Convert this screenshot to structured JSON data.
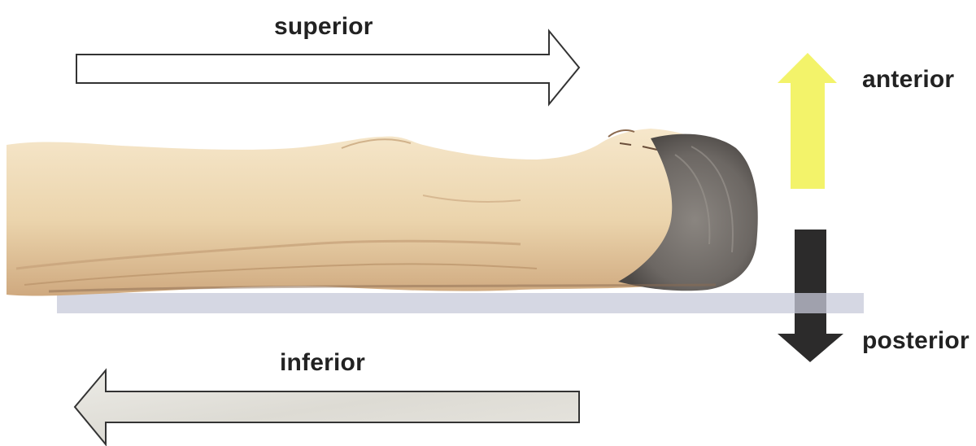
{
  "labels": {
    "superior": "superior",
    "inferior": "inferior",
    "anterior": "anterior",
    "posterior": "posterior"
  },
  "colors": {
    "superior_arrow_fill": "#ffffff",
    "inferior_arrow_fill": "#e4e2dc",
    "anterior_arrow_fill": "#f3f36a",
    "posterior_arrow_fill": "#2c2b2b",
    "arrow_outline": "#333333",
    "skin": "#ead4ad",
    "skin_shadow": "#c9a57d",
    "hair": "#6e6a66",
    "table": "#c7cad9"
  },
  "icons": {
    "figure": "supine-body-illustration"
  }
}
